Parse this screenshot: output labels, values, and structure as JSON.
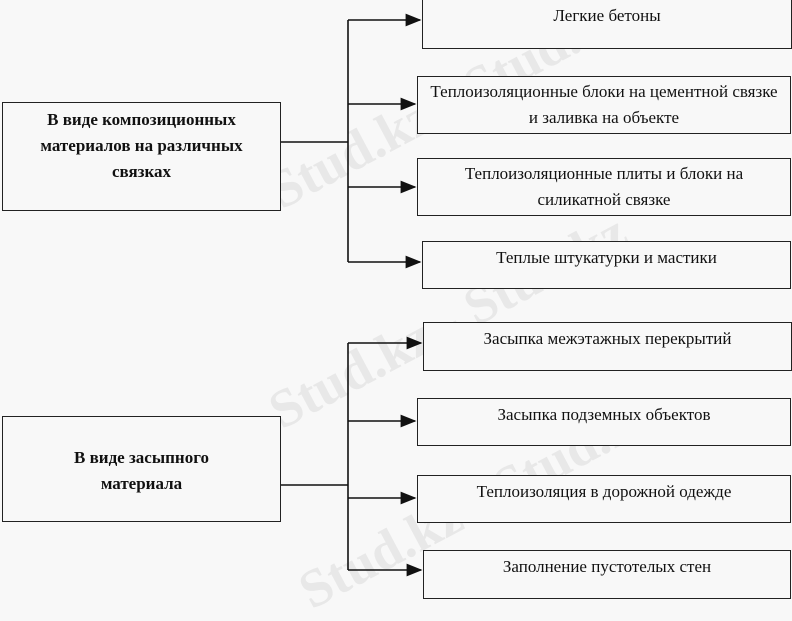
{
  "groups": [
    {
      "title": "В виде композиционных материалов на различных связках",
      "items": [
        "Легкие бетоны",
        "Теплоизоляционные блоки на цементной связке и заливка на объекте",
        "Теплоизоляционные плиты и блоки на силикатной связке",
        "Теплые штукатурки и мастики"
      ]
    },
    {
      "title": "В виде засыпного материала",
      "items": [
        "Засыпка межэтажных перекрытий",
        "Засыпка подземных объектов",
        "Теплоизоляция в дорожной одежде",
        "Заполнение пустотелых стен"
      ]
    }
  ],
  "watermark": "Stud.kz - Stud.kz"
}
